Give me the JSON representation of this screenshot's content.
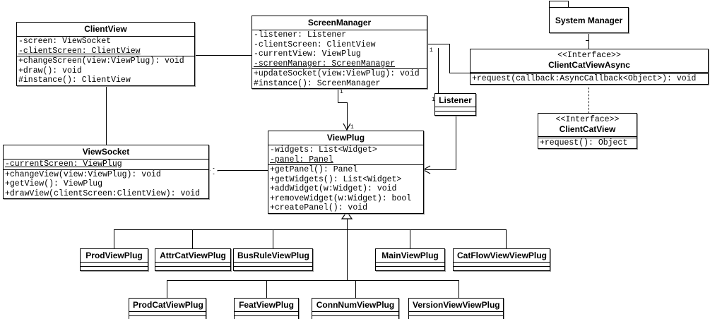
{
  "diagram": {
    "type": "uml-class-diagram",
    "background": "#ffffff",
    "line_color": "#000000"
  },
  "classes": {
    "client_view": {
      "name": "ClientView",
      "attributes": [
        "-screen: ViewSocket",
        "-clientScreen: ClientView"
      ],
      "methods": [
        "+changeScreen(view:ViewPlug): void",
        "+draw(): void",
        "#instance(): ClientView"
      ]
    },
    "screen_manager": {
      "name": "ScreenManager",
      "attributes": [
        "-listener: Listener",
        "-clientScreen: ClientView",
        "-currentView: ViewPlug",
        "-screenManager: ScreenManager"
      ],
      "methods": [
        "+updateSocket(view:ViewPlug): void",
        "#instance(): ScreenManager"
      ]
    },
    "view_socket": {
      "name": "ViewSocket",
      "attributes": [
        "-currentScreen: ViewPlug"
      ],
      "methods": [
        "+changeView(view:ViewPlug): void",
        "+getView(): ViewPlug",
        "+drawView(clientScreen:ClientView): void"
      ]
    },
    "view_plug": {
      "name": "ViewPlug",
      "attributes": [
        "-widgets: List<Widget>",
        "-panel: Panel"
      ],
      "methods": [
        "+getPanel(): Panel",
        "+getWidgets(): List<Widget>",
        "+addWidget(w:Widget): void",
        "+removeWidget(w:Widget): bool",
        "+createPanel(): void"
      ]
    },
    "listener": {
      "name": "Listener",
      "attributes": [],
      "methods": []
    },
    "client_cat_view_async": {
      "stereotype": "<<Interface>>",
      "name": "ClientCatViewAsync",
      "methods": [
        "+request(callback:AsyncCallback<Object>): void"
      ]
    },
    "client_cat_view": {
      "stereotype": "<<Interface>>",
      "name": "ClientCatView",
      "methods": [
        "+request(): Object"
      ]
    }
  },
  "package": {
    "name": "System Manager"
  },
  "subclasses_row1": [
    {
      "name": "ProdViewPlug"
    },
    {
      "name": "AttrCatViewPlug"
    },
    {
      "name": "BusRuleViewPlug"
    },
    {
      "name": "MainViewPlug"
    },
    {
      "name": "CatFlowViewViewPlug"
    }
  ],
  "subclasses_row2": [
    {
      "name": "ProdCatViewPlug"
    },
    {
      "name": "FeatViewPlug"
    },
    {
      "name": "ConnNumViewPlug"
    },
    {
      "name": "VersionViewViewPlug"
    }
  ],
  "multiplicities": {
    "sm_right": "1",
    "sm_bottom": "1",
    "listener_left": "1",
    "view_plug_top": "1"
  }
}
